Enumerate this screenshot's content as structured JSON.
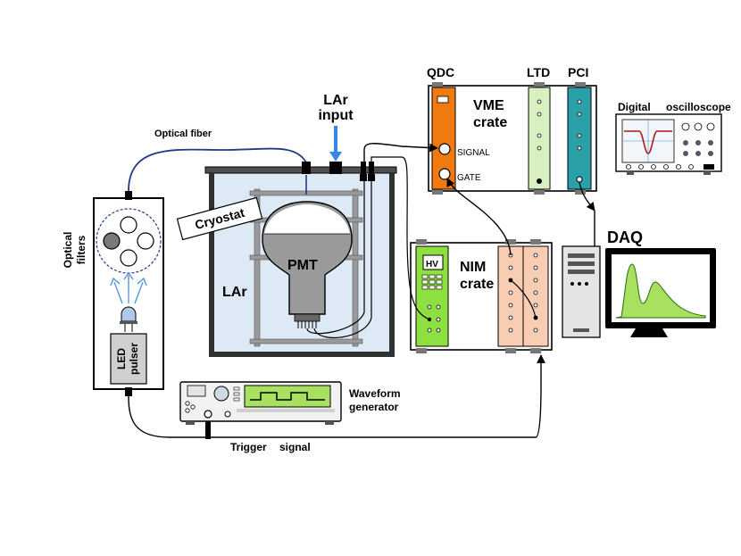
{
  "labels": {
    "optical_filters": "Optical filters",
    "optical_fiber": "Optical fiber",
    "lar_input_line1": "LAr",
    "lar_input_line2": "input",
    "cryostat": "Cryostat",
    "pmt": "PMT",
    "lar": "LAr",
    "led_pulser_line1": "LED",
    "led_pulser_line2": "pulser",
    "qdc": "QDC",
    "ltd": "LTD",
    "pci": "PCI",
    "vme_line1": "VME",
    "vme_line2": "crate",
    "signal": "SIGNAL",
    "gate": "GATE",
    "digital": "Digital",
    "oscilloscope": "oscilloscope",
    "daq": "DAQ",
    "hv": "HV",
    "nim_line1": "NIM",
    "nim_line2": "crate",
    "waveform_line1": "Waveform",
    "waveform_line2": "generator",
    "trigger": "Trigger",
    "trigger_signal": "signal"
  },
  "colors": {
    "lar_fill": "#dde9f5",
    "fiber_blue": "#1f3c8c",
    "lar_arrow": "#3a86e8",
    "led_arrows": "#4a90d9",
    "qdc_orange": "#f07a10",
    "ltd_green": "#d8f0c0",
    "pci_teal": "#2aa0a8",
    "nim_green": "#8ee040",
    "nim_module": "#f8cdb4",
    "pmt_gray": "#9a9a9a",
    "screen_green": "#a8e060"
  }
}
